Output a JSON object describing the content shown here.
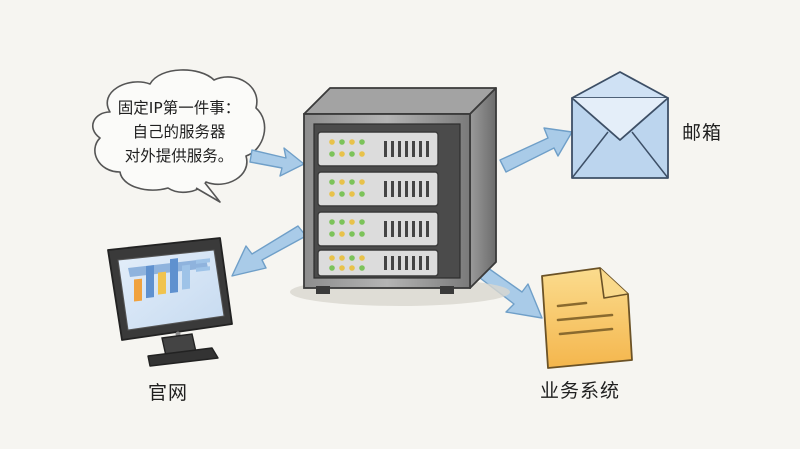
{
  "bubble": {
    "lines": [
      "固定IP第一件事：",
      "自己的服务器",
      "对外提供服务。"
    ]
  },
  "labels": {
    "mail": "邮箱",
    "website": "官网",
    "business": "业务系统"
  },
  "icons": {
    "server": "server-rack-icon",
    "mail": "envelope-icon",
    "website": "monitor-icon",
    "business": "document-icon"
  },
  "colors": {
    "arrow": "#a9cbe8",
    "arrow_stroke": "#6f9fc8",
    "envelope": "#bcd5ee",
    "document": "#f7c96a",
    "led_green": "#7cc35a",
    "led_yellow": "#e8c24a"
  }
}
